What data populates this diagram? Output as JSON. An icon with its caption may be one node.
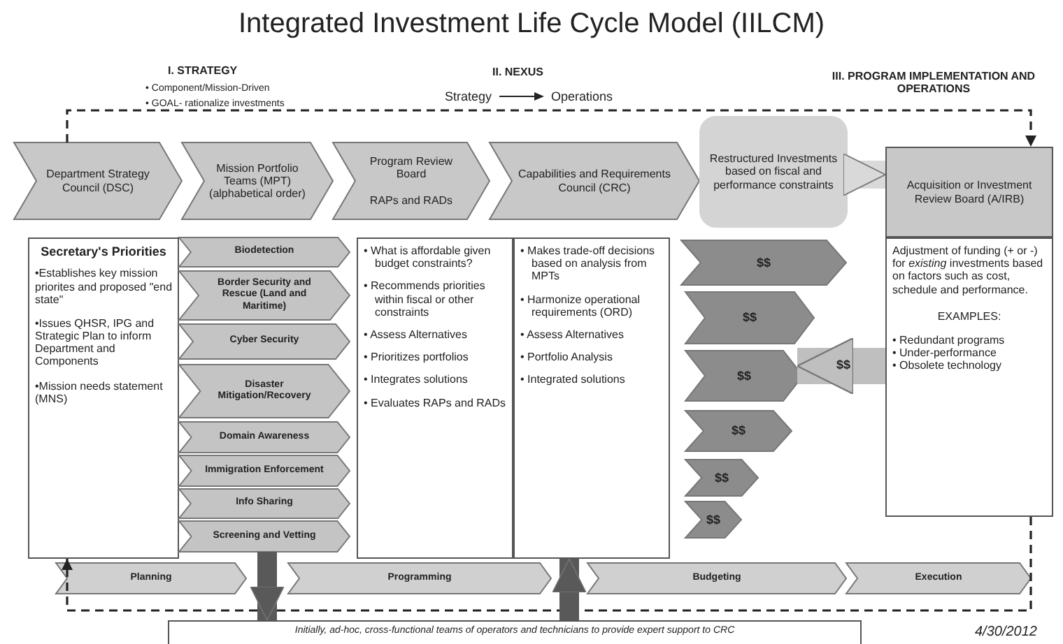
{
  "diagram": {
    "title": "Integrated Investment Life Cycle Model (IILCM)",
    "nodes": [
      {
        "text": [
          "Department Strategy Council (DSC)"
        ]
      },
      {
        "text": [
          "Mission Portfolio Teams (MPT) (alphabetical order)"
        ]
      },
      {
        "text": [
          "Program Review Board",
          "RAPs and RADs"
        ]
      },
      {
        "text": [
          "Capabilities and Requirements Council (CRC)"
        ]
      },
      {
        "text": [
          "Restructured Investments based on fiscal and performance constraints"
        ]
      },
      {
        "text": [
          "Acquisition or Investment Review Board (A/IRB)"
        ]
      },
      {
        "text": [
          "Secretary's Priorities",
          "•Establishes key mission priorites and proposed \"end state\"",
          "•Issues QHSR, IPG and Strategic Plan to inform Department and Components",
          "•Mission needs statement (MNS)"
        ]
      },
      {
        "text": [
          "Biodetection"
        ]
      },
      {
        "text": [
          "Border Security and Rescue (Land and Maritime)"
        ]
      },
      {
        "text": [
          "Cyber Security"
        ]
      },
      {
        "text": [
          "Disaster Mitigation/Recovery"
        ]
      },
      {
        "text": [
          "Domain Awareness"
        ]
      },
      {
        "text": [
          "Immigration Enforcement"
        ]
      },
      {
        "text": [
          "Info Sharing"
        ]
      },
      {
        "text": [
          "Screening and Vetting"
        ]
      },
      {
        "text": [
          "• What is affordable given budget constraints?",
          "• Recommends priorities within fiscal or other constraints",
          "• Assess Alternatives",
          "• Prioritizes portfolios",
          "• Integrates solutions",
          "• Evaluates RAPs and RADs"
        ]
      },
      {
        "text": [
          "• Makes trade-off decisions based on analysis from MPTs",
          "• Harmonize operational requirements (ORD)",
          "• Assess Alternatives",
          "• Portfolio Analysis",
          "• Integrated solutions"
        ]
      },
      {
        "text": [
          "$$"
        ]
      },
      {
        "text": [
          "$$"
        ]
      },
      {
        "text": [
          "$$"
        ]
      },
      {
        "text": [
          "$$"
        ]
      },
      {
        "text": [
          "$$"
        ]
      },
      {
        "text": [
          "$$"
        ]
      },
      {
        "text": [
          "Adjustment of funding (+ or -) for *existing* investments based on factors such as cost, schedule and performance.",
          "EXAMPLES:",
          "• Redundant programs",
          "• Under-performance",
          "• Obsolete technology"
        ]
      },
      {
        "text": [
          "Planning"
        ]
      },
      {
        "text": [
          "Programming"
        ]
      },
      {
        "text": [
          "Budgeting"
        ]
      },
      {
        "text": [
          "Execution"
        ]
      },
      {
        "text": [
          "Initially, ad-hoc, cross-functional teams of operators and technicians to provide expert support to CRC"
        ]
      }
    ],
    "edges": [
      {
        "from": 0,
        "to": 5,
        "arrow": "to",
        "style": "dashed"
      },
      {
        "from": 23,
        "to": 6,
        "arrow": "to",
        "style": "dashed"
      },
      {
        "from": 4,
        "to": 5,
        "arrow": "to",
        "color": "#d9d9d9"
      },
      {
        "from": 23,
        "to": 19,
        "arrow": "to",
        "style": "thick",
        "color": "#bfbfbf",
        "label": "$$"
      },
      {
        "from": 14,
        "to": 28,
        "arrow": "to",
        "color": "#595959"
      },
      {
        "from": 28,
        "to": 16,
        "arrow": "to",
        "color": "#595959"
      }
    ],
    "labels": [
      "I. STRATEGY",
      "• Component/Mission-Driven",
      "• GOAL- rationalize investments",
      "II. NEXUS",
      "Strategy",
      "Operations",
      "III. PROGRAM IMPLEMENTATION AND OPERATIONS",
      "4/30/2012"
    ]
  }
}
